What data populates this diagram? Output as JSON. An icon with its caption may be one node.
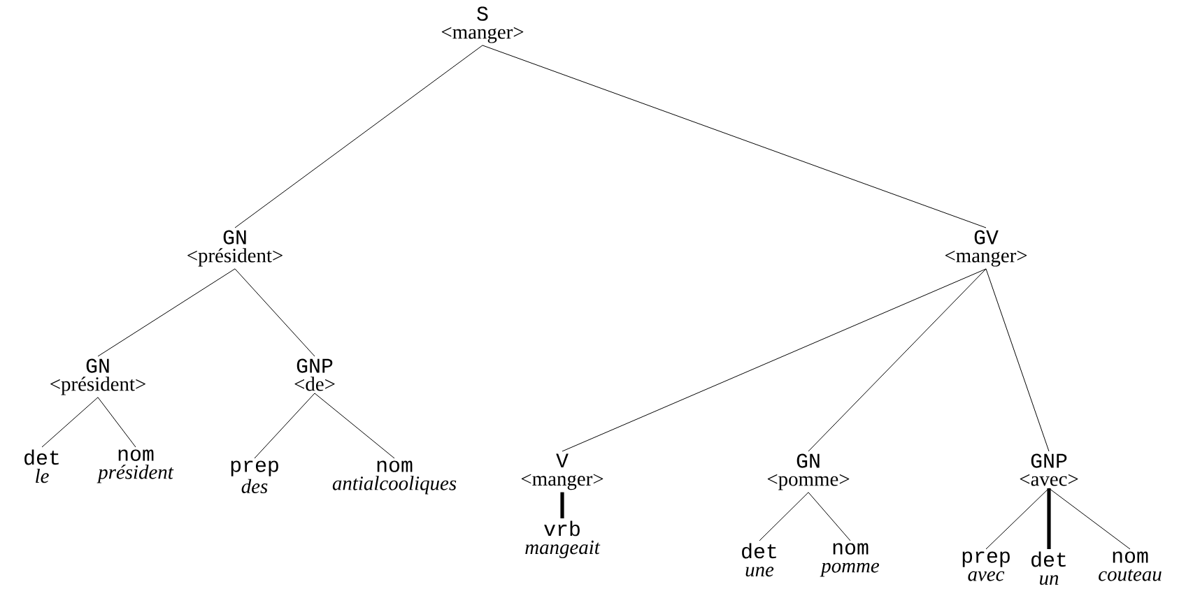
{
  "diagram": {
    "nodes": [
      {
        "text": [
          "S",
          "<manger>"
        ]
      },
      {
        "text": [
          "GN",
          "<président>"
        ]
      },
      {
        "text": [
          "GV",
          "<manger>"
        ]
      },
      {
        "text": [
          "GN",
          "<président>"
        ]
      },
      {
        "text": [
          "GNP",
          "<de>"
        ]
      },
      {
        "text": [
          "det",
          "le"
        ]
      },
      {
        "text": [
          "nom",
          "président"
        ]
      },
      {
        "text": [
          "prep",
          "des"
        ]
      },
      {
        "text": [
          "nom",
          "antialcooliques"
        ]
      },
      {
        "text": [
          "V",
          "<manger>"
        ]
      },
      {
        "text": [
          "vrb",
          "mangeait"
        ]
      },
      {
        "text": [
          "GN",
          "<pomme>"
        ]
      },
      {
        "text": [
          "det",
          "une"
        ]
      },
      {
        "text": [
          "nom",
          "pomme"
        ]
      },
      {
        "text": [
          "GNP",
          "<avec>"
        ]
      },
      {
        "text": [
          "prep",
          "avec"
        ]
      },
      {
        "text": [
          "det",
          "un"
        ]
      },
      {
        "text": [
          "nom",
          "couteau"
        ]
      }
    ],
    "edges": [
      {
        "from": 0,
        "to": 1,
        "arrow": "none"
      },
      {
        "from": 0,
        "to": 2,
        "arrow": "none"
      },
      {
        "from": 1,
        "to": 3,
        "arrow": "none"
      },
      {
        "from": 1,
        "to": 4,
        "arrow": "none"
      },
      {
        "from": 3,
        "to": 5,
        "arrow": "none"
      },
      {
        "from": 3,
        "to": 6,
        "arrow": "none"
      },
      {
        "from": 4,
        "to": 7,
        "arrow": "none"
      },
      {
        "from": 4,
        "to": 8,
        "arrow": "none"
      },
      {
        "from": 2,
        "to": 9,
        "arrow": "none"
      },
      {
        "from": 2,
        "to": 11,
        "arrow": "none"
      },
      {
        "from": 2,
        "to": 14,
        "arrow": "none"
      },
      {
        "from": 9,
        "to": 10,
        "arrow": "none",
        "style": "thick"
      },
      {
        "from": 11,
        "to": 12,
        "arrow": "none"
      },
      {
        "from": 11,
        "to": 13,
        "arrow": "none"
      },
      {
        "from": 14,
        "to": 15,
        "arrow": "none"
      },
      {
        "from": 14,
        "to": 16,
        "arrow": "none",
        "style": "thick"
      },
      {
        "from": 14,
        "to": 17,
        "arrow": "none"
      }
    ]
  }
}
